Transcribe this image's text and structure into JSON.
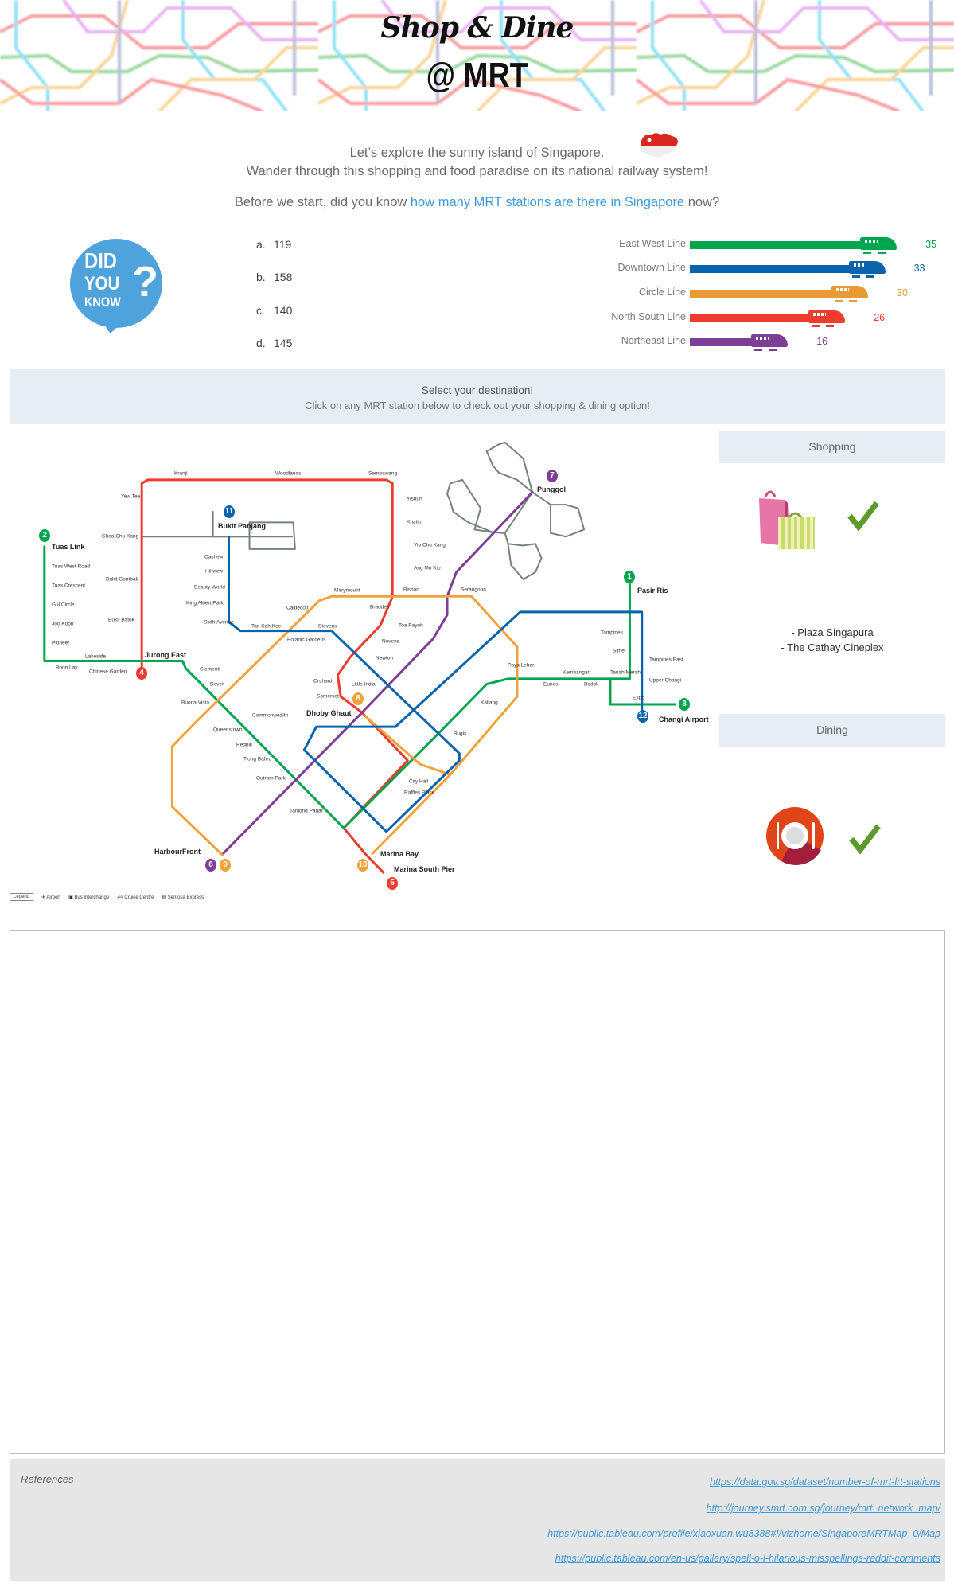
{
  "header": {
    "title_line1": "Shop & Dine",
    "title_line2": "@ MRT"
  },
  "intro": {
    "line1": "Let’s  explore  the sunny island of Singapore.",
    "line2": "Wander through this shopping and food paradise on its national railway system!",
    "question_prefix": "Before we start, did you know ",
    "question_link": "how many MRT stations are there in Singapore",
    "question_suffix": " now?"
  },
  "did_you_know": {
    "line1": "DID",
    "line2": "YOU",
    "line3": "KNOW",
    "mark": "?"
  },
  "options": [
    {
      "letter": "a.",
      "value": "119"
    },
    {
      "letter": "b.",
      "value": "158"
    },
    {
      "letter": "c.",
      "value": "140"
    },
    {
      "letter": "d.",
      "value": "145"
    }
  ],
  "chart_data": {
    "type": "bar",
    "title": "",
    "categories": [
      "East West Line",
      "Downtown Line",
      "Circle Line",
      "North South Line",
      "Northeast Line"
    ],
    "values": [
      35,
      33,
      30,
      26,
      16
    ],
    "colors": [
      "#00a64e",
      "#0a64ad",
      "#e89a34",
      "#f03c2e",
      "#7c3e96"
    ],
    "xlabel": "",
    "ylabel": "",
    "orientation": "horizontal"
  },
  "select": {
    "title": "Select your destination!",
    "subtitle": "Click on any MRT station below to check out your shopping & dining option!"
  },
  "map": {
    "line_numbers": [
      "1",
      "2",
      "3",
      "4",
      "5",
      "6",
      "7",
      "8",
      "9",
      "10",
      "11",
      "12"
    ],
    "major_stations": [
      "Tuas Link",
      "Jurong East",
      "Bukit Panjang",
      "Punggol",
      "Pasir Ris",
      "Changi Airport",
      "Dhoby Ghaut",
      "Marina Bay",
      "Marina South Pier",
      "HarbourFront"
    ],
    "stations": [
      "Kranji",
      "Woodlands",
      "Sembawang",
      "Yew Tee",
      "Choa Chu Kang",
      "Yishun",
      "Khatib",
      "Yio Chu Kang",
      "Ang Mo Kio",
      "Bishan",
      "Marymount",
      "Caldecott",
      "Serangoon",
      "Braddell",
      "Toa Payoh",
      "Novena",
      "Newton",
      "Orchard",
      "Somerset",
      "Little India",
      "Clementi",
      "Dover",
      "Buona Vista",
      "Commonwealth",
      "Queenstown",
      "Redhill",
      "Tiong Bahru",
      "Outram Park",
      "Tanjong Pagar",
      "Raffles Place",
      "City Hall",
      "Bugis",
      "Kallang",
      "Paya Lebar",
      "Eunos",
      "Kembangan",
      "Bedok",
      "Tanah Merah",
      "Simei",
      "Tampines",
      "Expo",
      "Upper Changi",
      "Tampines East",
      "Stevens",
      "Botanic Gardens",
      "Tan Kah Kee",
      "Sixth Avenue",
      "King Albert Park",
      "Beauty World",
      "Hillview",
      "Cashew",
      "Bukit Gombak",
      "Bukit Batok",
      "Lakeside",
      "Boon Lay",
      "Chinese Garden",
      "Tuas West Road",
      "Tuas Crescent",
      "Gul Circle",
      "Joo Koon",
      "Pioneer",
      "Harbourfront"
    ],
    "legend": [
      "Legend",
      "Airport",
      "Bus Interchange",
      "Cruise Centre",
      "Sentosa Express"
    ],
    "colors": {
      "ewl": "#00a64e",
      "nsl": "#f03c2e",
      "nel": "#7c3e96",
      "ccl": "#f3a23a",
      "dtl": "#0a64ad",
      "lrt": "#748477"
    }
  },
  "shopping": {
    "title": "Shopping",
    "places": [
      "- Plaza Singapura",
      "- The Cathay Cineplex"
    ]
  },
  "dining": {
    "title": "Dining"
  },
  "references": {
    "title": "References",
    "links": [
      "https://data.gov.sg/dataset/number-of-mrt-lrt-stations",
      "http://journey.smrt.com.sg/journey/mrt_network_map/",
      "https://public.tableau.com/profile/xiaoxuan.wu8388#!/vizhome/SingaporeMRTMap_0/Map",
      "https://public.tableau.com/en-us/gallery/spell-o-l-hilarious-misspellings-reddit-comments"
    ]
  }
}
